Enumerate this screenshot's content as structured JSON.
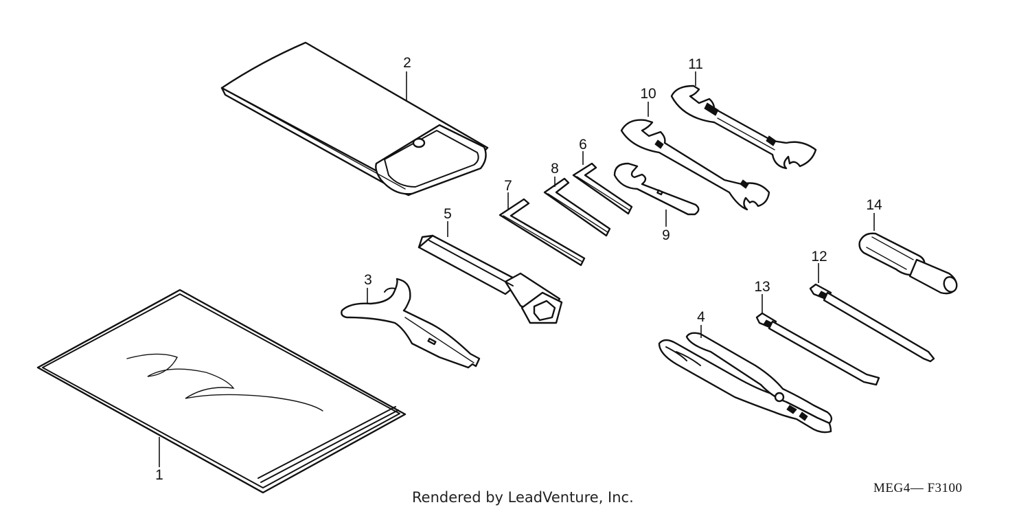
{
  "callouts": [
    "1",
    "2",
    "3",
    "4",
    "5",
    "6",
    "7",
    "8",
    "9",
    "10",
    "11",
    "12",
    "13",
    "14"
  ],
  "footer": {
    "credit": "Rendered by LeadVenture, Inc.",
    "figure_code": "MEG4— F3100"
  },
  "colors": {
    "line": "#111111",
    "background": "#ffffff"
  }
}
